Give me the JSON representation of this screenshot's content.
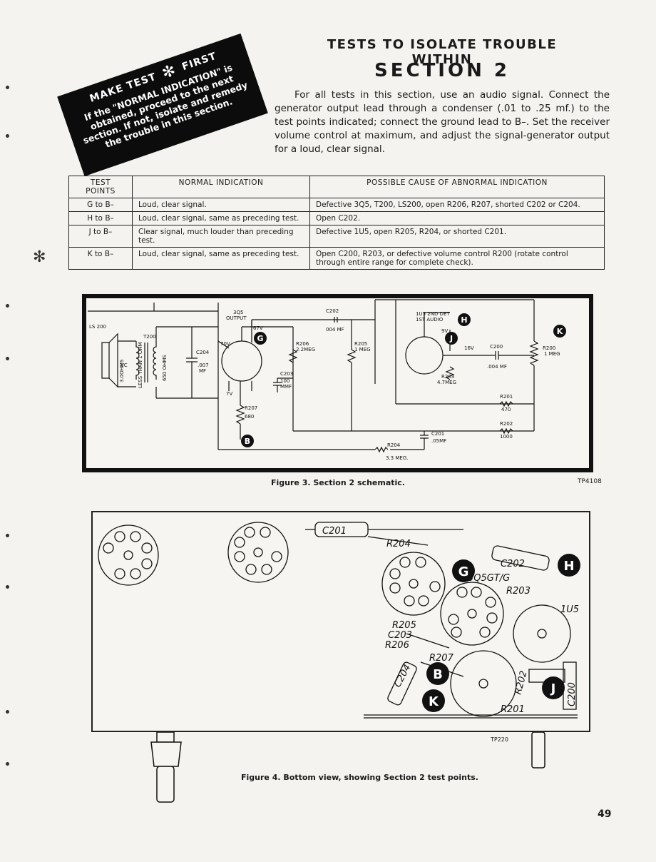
{
  "banner": {
    "line1_a": "MAKE TEST",
    "line1_b": "FIRST",
    "body": "If the \"NORMAL INDICATION\" is obtained, proceed to the next section. If not, isolate and remedy the trouble in this section."
  },
  "heading": {
    "line1": "TESTS TO ISOLATE TROUBLE WITHIN",
    "line2": "SECTION 2"
  },
  "intro": "For all tests in this section, use an audio signal. Connect the generator output lead through a condenser (.01 to .25 mf.) to the test points indicated; connect the ground lead to B–. Set the receiver volume control at maximum, and adjust the signal-generator output for a loud, clear signal.",
  "table": {
    "headers": [
      "TEST POINTS",
      "NORMAL INDICATION",
      "POSSIBLE CAUSE OF ABNORMAL INDICATION"
    ],
    "rows": [
      [
        "G to B–",
        "Loud, clear signal.",
        "Defective 3Q5, T200, LS200, open R206, R207, shorted C202 or C204."
      ],
      [
        "H to B–",
        "Loud, clear signal, same as preceding test.",
        "Open C202."
      ],
      [
        "J to B–",
        "Clear signal, much louder than preceding test.",
        "Defective 1U5, open R205, R204, or shorted C201."
      ],
      [
        "K to B–",
        "Loud, clear signal, same as preceding test.",
        "Open C200, R203, or defective volume control R200 (rotate control through entire range for complete check)."
      ]
    ]
  },
  "figure3": {
    "caption": "Figure 3.   Section 2 schematic.",
    "ref": "TP4108",
    "labels": {
      "ls200": "LS 200",
      "t200": "T200",
      "vc": "VC",
      "ohms3": "3.0OHMS",
      "less1": "LESS THAN 1 OHM",
      "ohms650": "650 OHMS",
      "c204": "C204",
      "c204v": ".007",
      "c204u": "MF",
      "tube1a": "3Q5",
      "tube1b": "OUTPUT",
      "v67": "67V",
      "v70": "70V",
      "v7": "7V",
      "c202": "C202",
      "c202v": "004 MF",
      "r206": "R206",
      "r206v": "2.2MEG",
      "r205": "R205",
      "r205v": "1 MEG",
      "c203": "C203",
      "c203v": "100",
      "c203u": "MMF",
      "r207": "R207",
      "r207v": "680",
      "tube2a": "1U5 2ND DET",
      "tube2b": "1ST AUDIO",
      "v9": "9V",
      "v16": "16V",
      "r203": "R203",
      "r203v": "4.7MEG",
      "c200": "C200",
      "c200v": ".004 MF",
      "r200": "R200",
      "r200v": "1 MEG",
      "r201": "R201",
      "r201v": "470",
      "r202": "R202",
      "r202v": "1000",
      "c201": "C201",
      "c201v": ".05MF",
      "r204": "R204",
      "r204v": "3.3 MEG.",
      "pt_g": "G",
      "pt_h": "H",
      "pt_j": "J",
      "pt_k": "K",
      "pt_b": "B"
    }
  },
  "figure4": {
    "caption": "Figure 4.  Bottom view, showing Section 2 test points.",
    "ref": "TP220",
    "labels": {
      "c201": "C201",
      "r204": "R204",
      "c202": "C202",
      "tube1": "3Q5GT/G",
      "r203": "R203",
      "tube2": "1U5",
      "r205": "R205",
      "c203": "C203",
      "r206": "R206",
      "r207": "R207",
      "c204": "C204",
      "r202": "R202",
      "r201": "R201",
      "c200": "C200",
      "pt_g": "G",
      "pt_h": "H",
      "pt_j": "J",
      "pt_k": "K",
      "pt_b": "B"
    }
  },
  "page_number": "49"
}
